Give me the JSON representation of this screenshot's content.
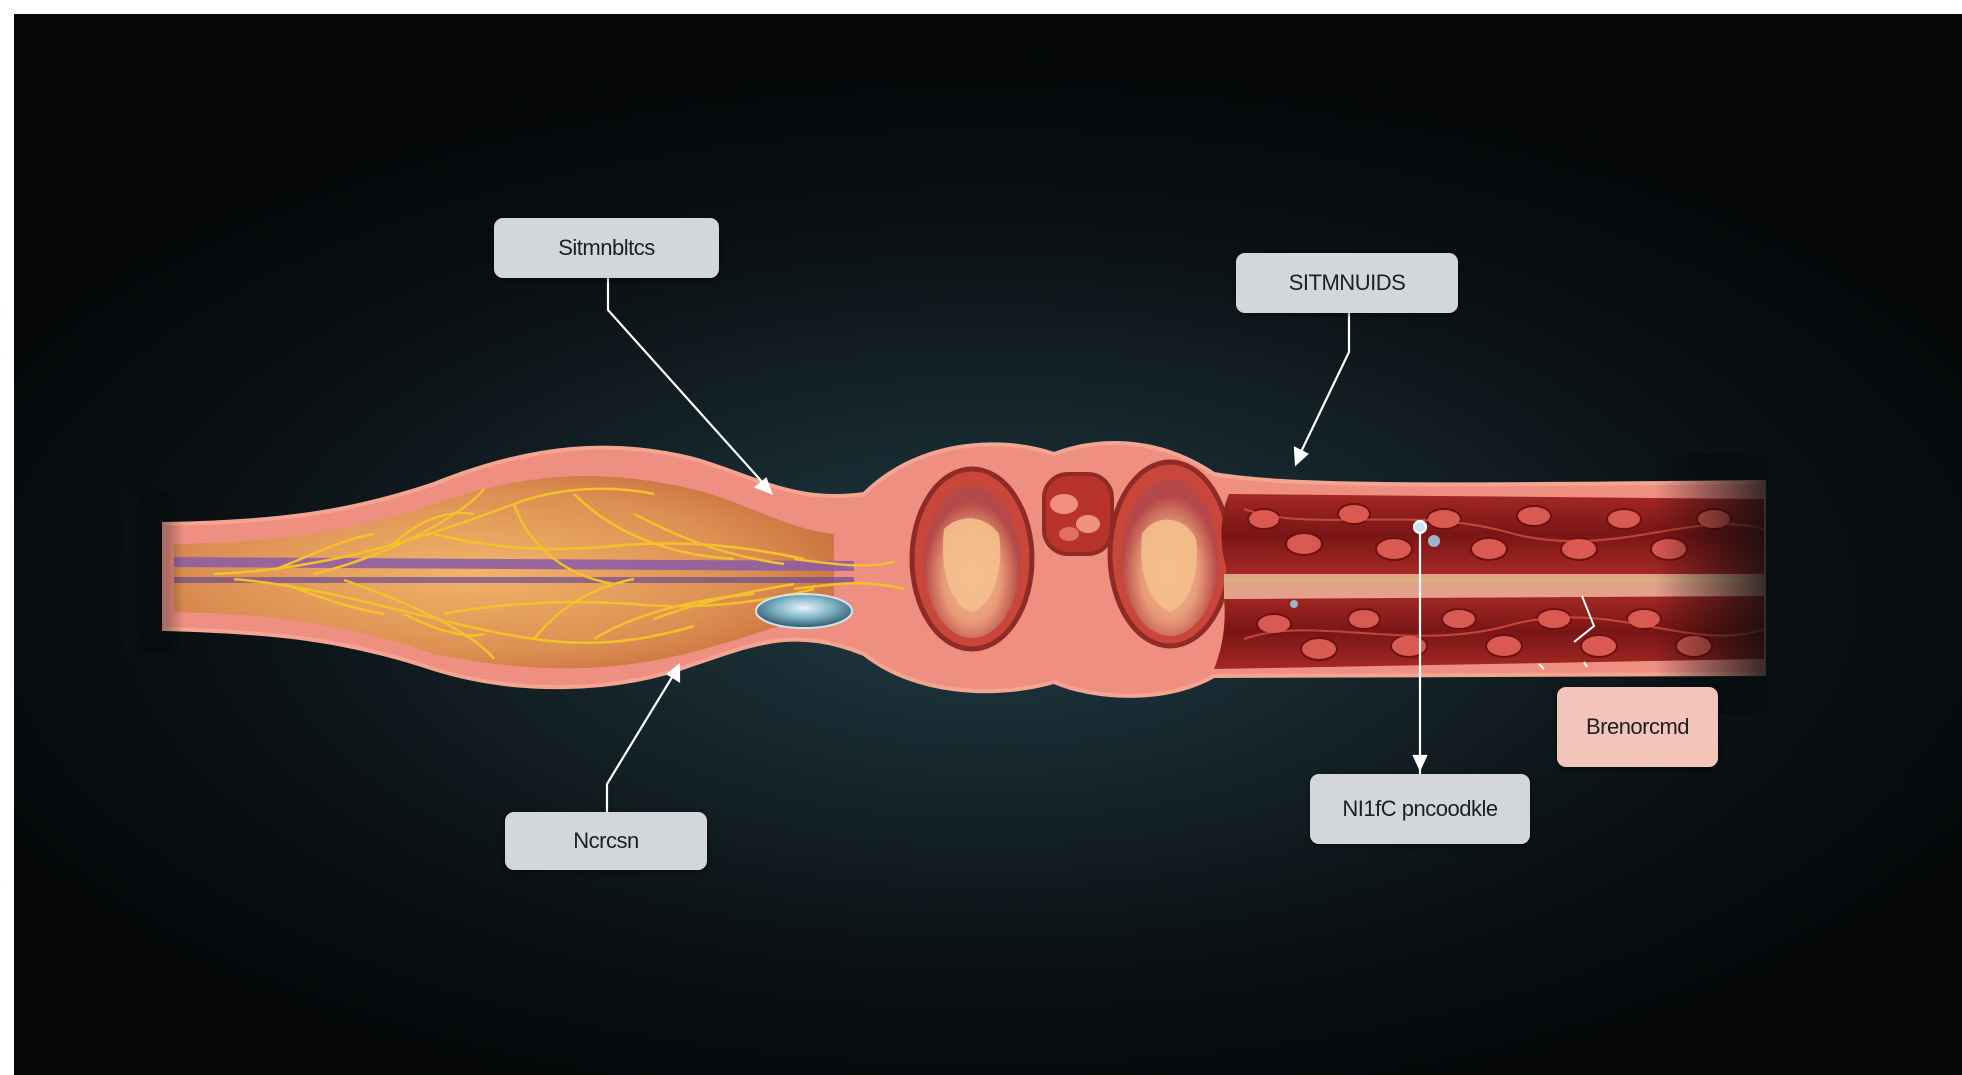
{
  "labels": {
    "top_left": "Sitmnbltcs",
    "top_right": "SITMNUIDS",
    "bottom_left": "Ncrcsn",
    "bottom_right": "NI1fC pncoodkle",
    "right_pink": "Brenorcmd"
  },
  "colors": {
    "background": "#0b1114",
    "label_grey": "#d3d7d9",
    "label_pink": "#f2c4ba",
    "tissue_outer": "#ee8f82",
    "nerve_fibers": "#e9b824",
    "vessel_interior": "#8c1c1a"
  }
}
